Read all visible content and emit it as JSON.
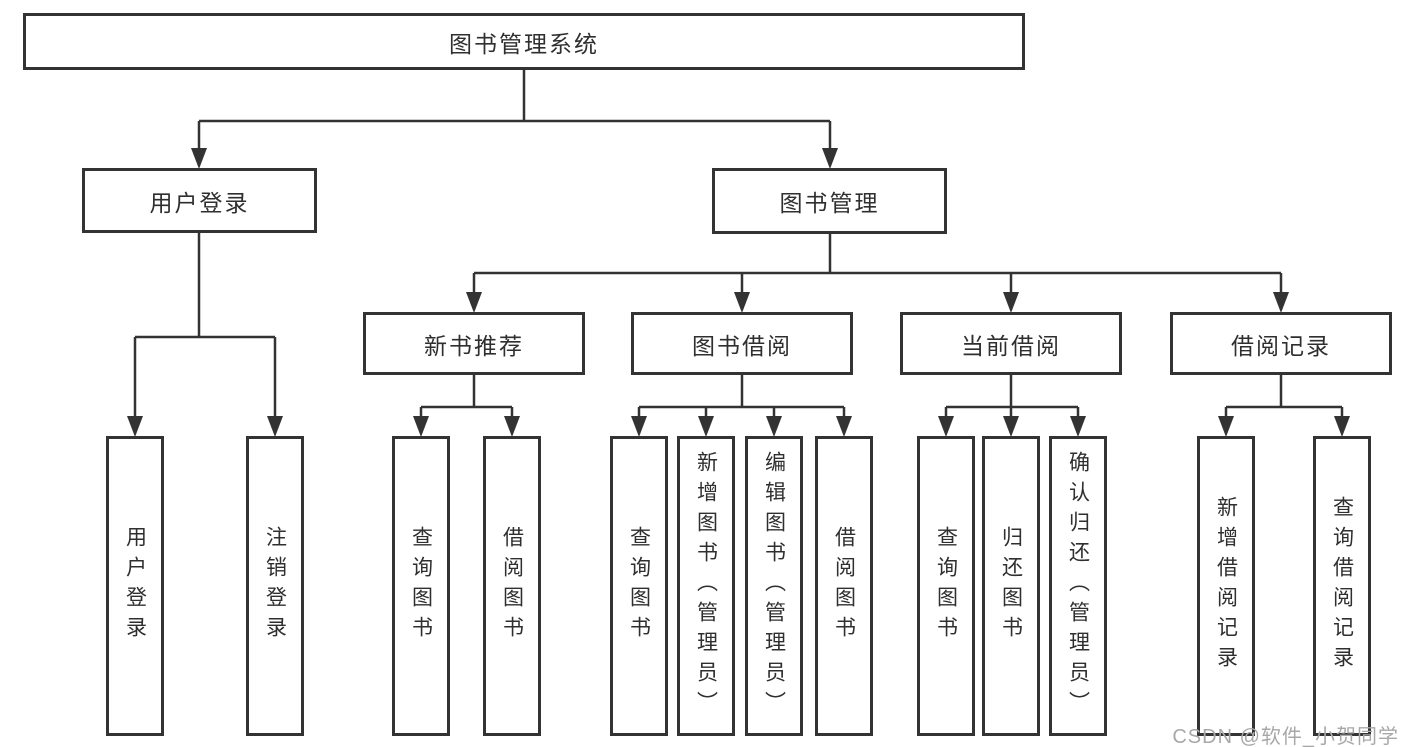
{
  "diagram": {
    "root": {
      "label": "图书管理系统"
    },
    "user_login": {
      "label": "用户登录",
      "children": [
        "用户登录",
        "注销登录"
      ]
    },
    "book_mgmt": {
      "label": "图书管理",
      "sections": {
        "new_book": {
          "label": "新书推荐",
          "children": [
            "查询图书",
            "借阅图书"
          ]
        },
        "book_borrow": {
          "label": "图书借阅",
          "children": [
            "查询图书",
            "新增图书（管理员）",
            "编辑图书（管理员）",
            "借阅图书"
          ]
        },
        "current_borrow": {
          "label": "当前借阅",
          "children": [
            "查询图书",
            "归还图书",
            "确认归还（管理员）"
          ]
        },
        "borrow_record": {
          "label": "借阅记录",
          "children": [
            "新增借阅记录",
            "查询借阅记录"
          ]
        }
      }
    }
  },
  "watermark": {
    "text": "CSDN @软件_小贺同学"
  },
  "colors": {
    "line": "#333333",
    "text": "#2f2f2f",
    "watermark": "#a8a8a8",
    "background": "#ffffff"
  }
}
